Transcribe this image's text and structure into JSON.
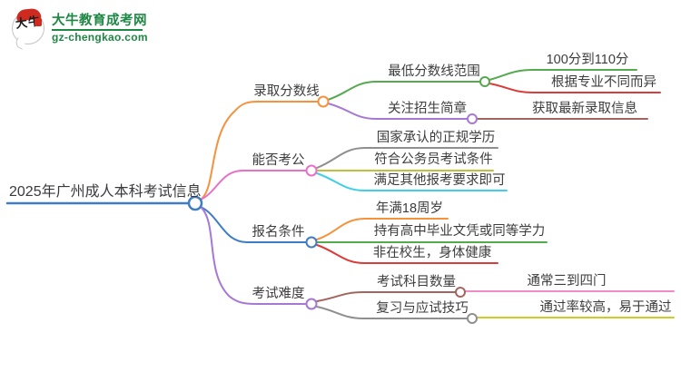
{
  "logo": {
    "icon_text": "大牛",
    "title": "大牛教育成考网",
    "url": "gz-chengkao.com",
    "brand_green": "#1e8743",
    "brand_red": "#ce2a20"
  },
  "mindmap": {
    "root": {
      "label": "2025年广州成人本科考试信息",
      "color": "#3e7dc5"
    },
    "branches": [
      {
        "label": "录取分数线",
        "color": "#f5923d",
        "children": [
          {
            "label": "最低分数线范围",
            "color": "#55a94e",
            "children": [
              {
                "label": "100分到110分",
                "color": "#55a94e"
              },
              {
                "label": "根据专业不同而异",
                "color": "#dc3c39"
              }
            ]
          },
          {
            "label": "关注招生简章",
            "color": "#a678d5",
            "children": [
              {
                "label": "获取最新录取信息",
                "color": "#a4655e"
              }
            ]
          }
        ]
      },
      {
        "label": "能否考公",
        "color": "#e871c7",
        "children": [
          {
            "label": "国家承认的正规学历",
            "color": "#8f8f8f"
          },
          {
            "label": "符合公务员考试条件",
            "color": "#bcc23d"
          },
          {
            "label": "满足其他报考要求即可",
            "color": "#3ed0e5"
          }
        ]
      },
      {
        "label": "报名条件",
        "color": "#3e7dc5",
        "children": [
          {
            "label": "年满18周岁",
            "color": "#f5923d"
          },
          {
            "label": "持有高中毕业文凭或同等学力",
            "color": "#55a94e"
          },
          {
            "label": "非在校生，身体健康",
            "color": "#dc3c39"
          }
        ]
      },
      {
        "label": "考试难度",
        "color": "#a678d5",
        "children": [
          {
            "label": "考试科目数量",
            "color": "#a4655e",
            "children": [
              {
                "label": "通常三到四门",
                "color": "#f08bc8"
              }
            ]
          },
          {
            "label": "复习与应试技巧",
            "color": "#8f8f8f",
            "children": [
              {
                "label": "通过率较高，易于通过",
                "color": "#cfc929"
              }
            ]
          }
        ]
      }
    ]
  }
}
